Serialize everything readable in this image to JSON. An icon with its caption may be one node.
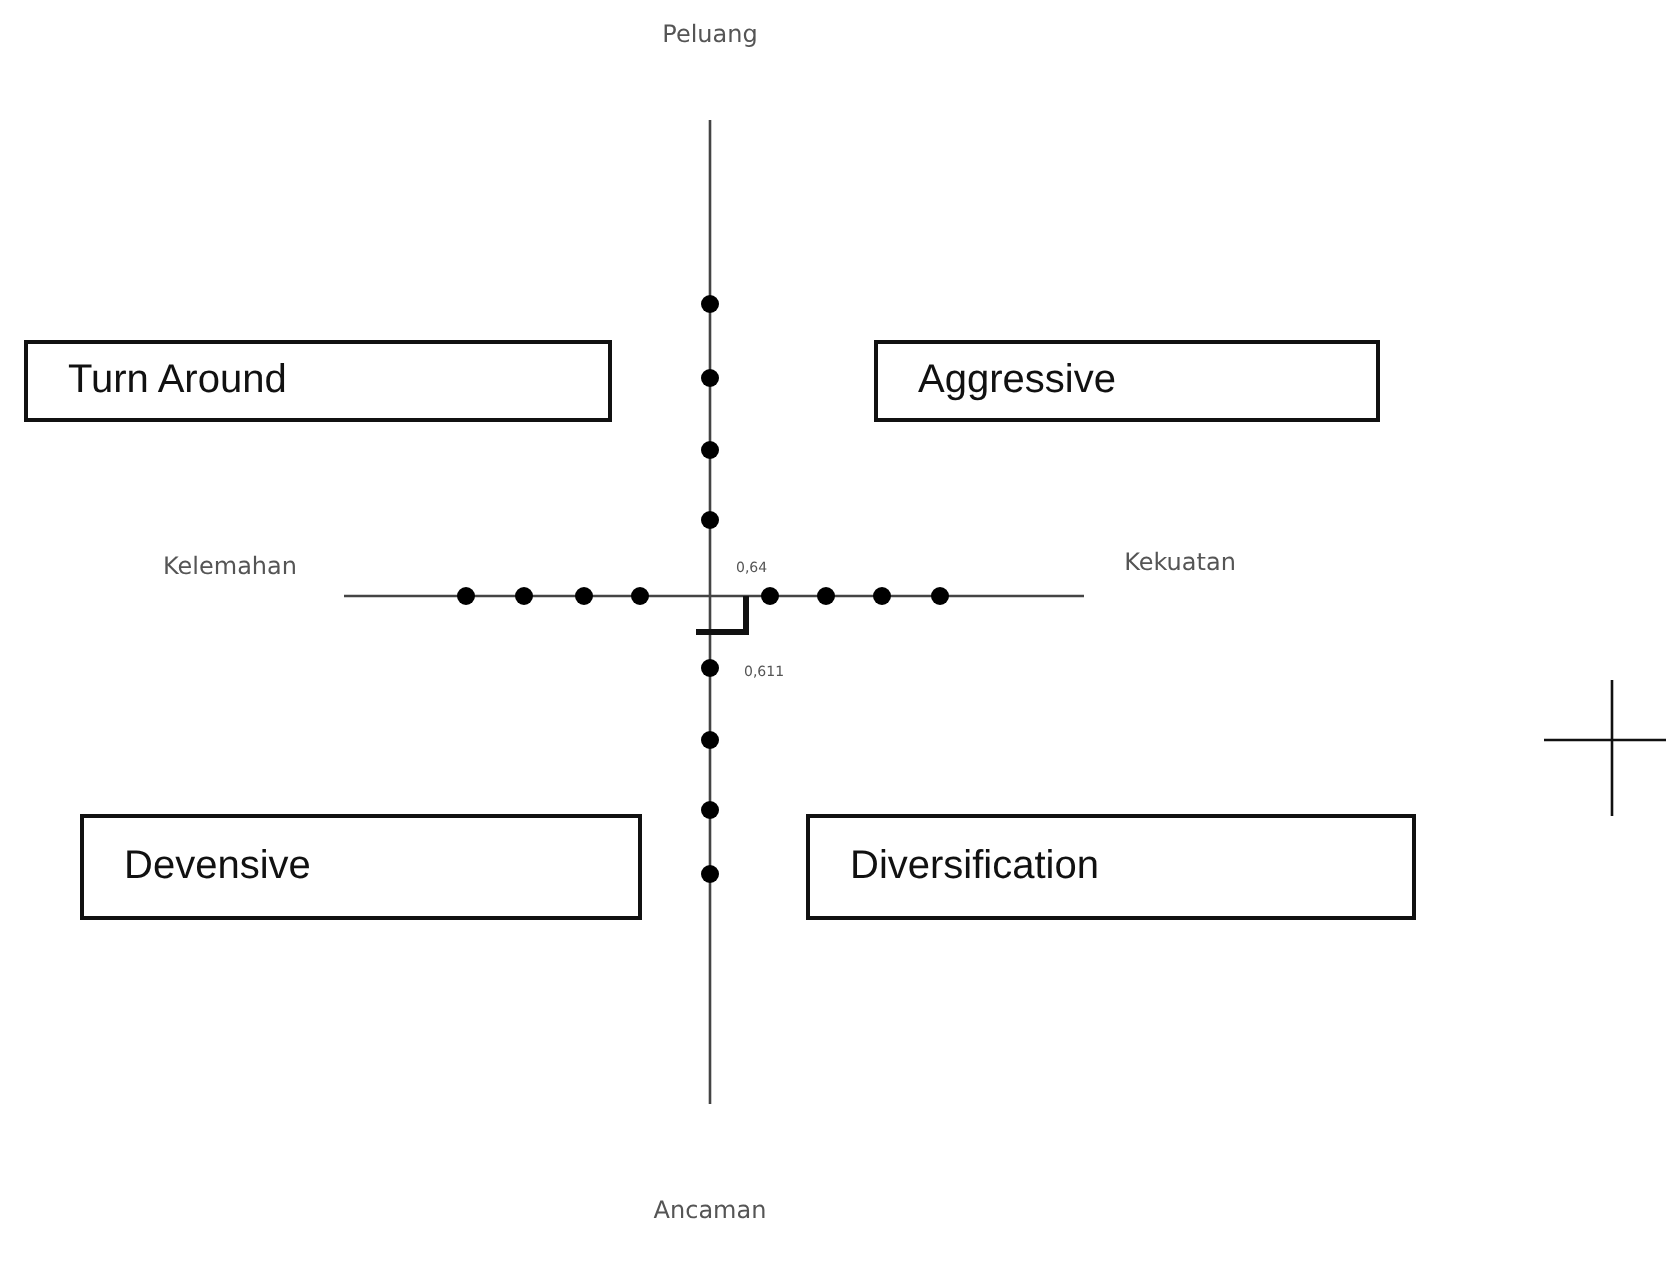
{
  "diagram": {
    "nodes": [
      {
        "text": [
          "Turn Around"
        ]
      },
      {
        "text": [
          "Aggressive"
        ]
      },
      {
        "text": [
          "Devensive"
        ]
      },
      {
        "text": [
          "Diversification"
        ]
      }
    ],
    "labels": [
      "Peluang",
      "Kelemahan",
      "Kekuatan",
      "0,64",
      "0,611",
      "Ancaman"
    ]
  }
}
